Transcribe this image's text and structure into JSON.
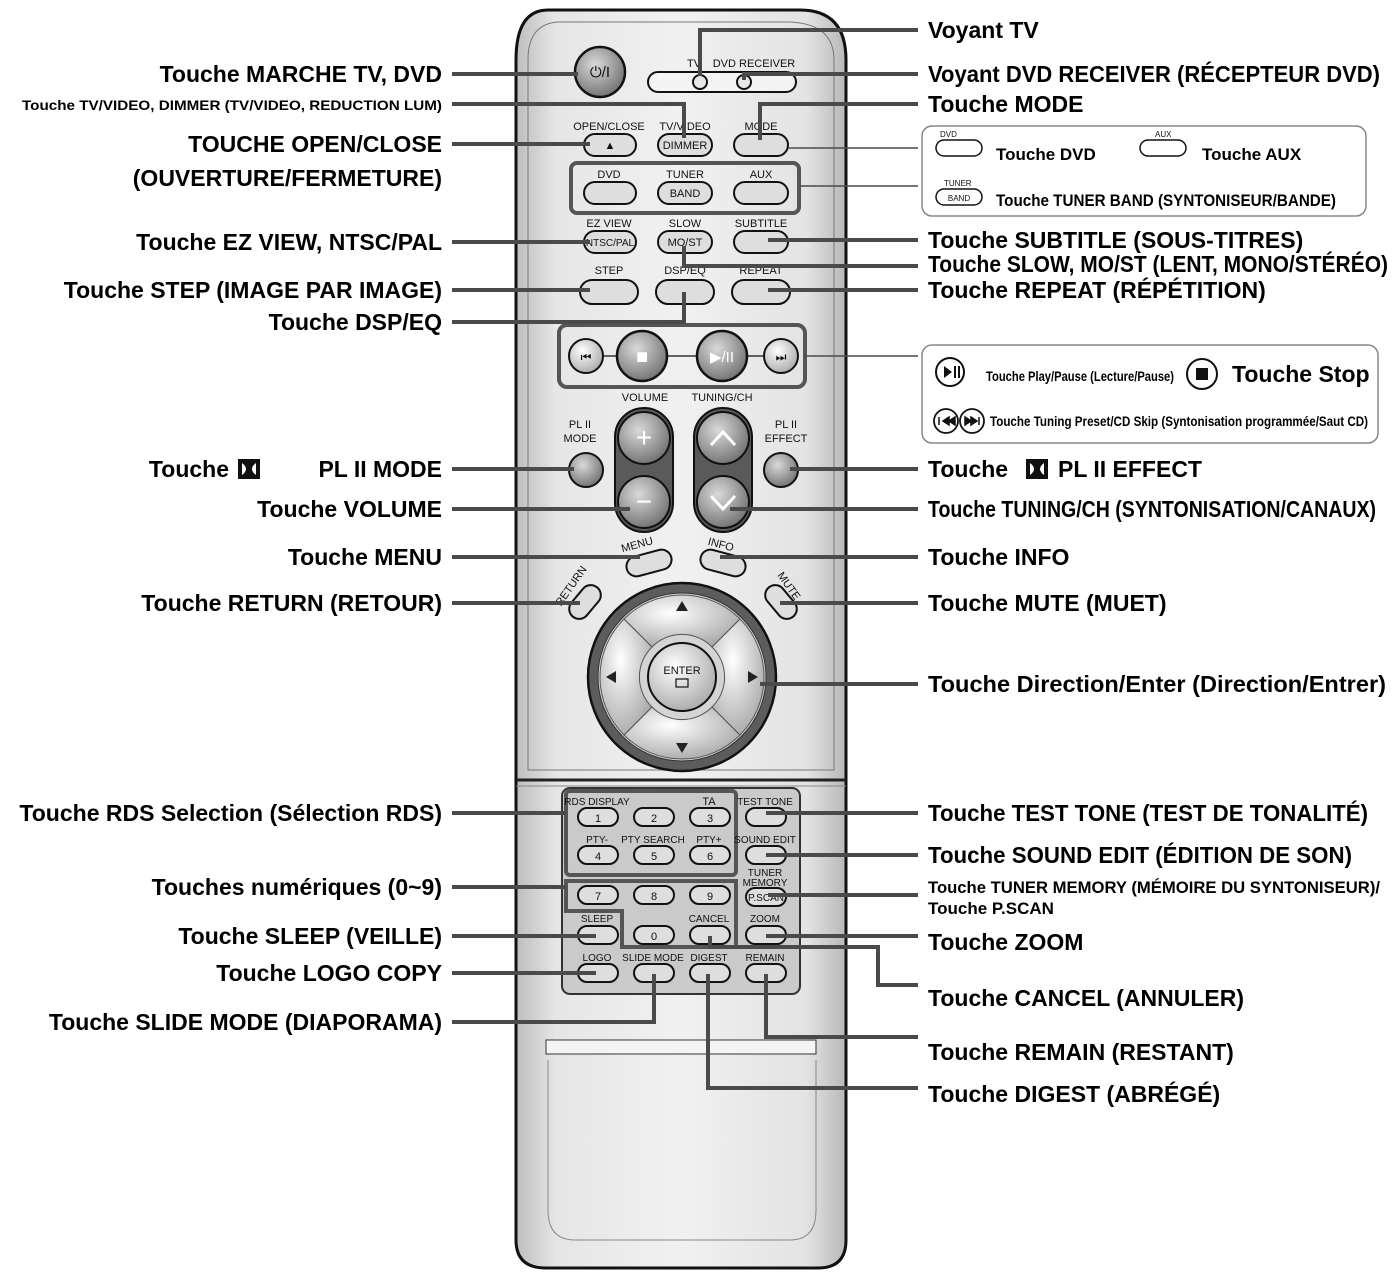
{
  "remote": {
    "power_symbol": "⏻/I",
    "indicators": {
      "tv": "TV",
      "dvd_receiver": "DVD RECEIVER"
    },
    "top_row": {
      "open_close": "OPEN/CLOSE",
      "open_close_glyph": "▲",
      "tv_video": "TV/VIDEO",
      "dimmer": "DIMMER",
      "mode": "MODE"
    },
    "source_row": {
      "dvd": "DVD",
      "tuner": "TUNER",
      "band": "BAND",
      "aux": "AUX"
    },
    "row3": {
      "ez_view": "EZ VIEW",
      "ntsc_pal": "NTSC/PAL",
      "slow": "SLOW",
      "mo_st": "MO/ST",
      "subtitle": "SUBTITLE"
    },
    "row4": {
      "step": "STEP",
      "dsp_eq": "DSP/EQ",
      "repeat": "REPEAT"
    },
    "transport": {
      "prev": "⏮",
      "stop": "■",
      "play_pause": "▶/II",
      "next": "⏭"
    },
    "volume_label": "VOLUME",
    "tuning_label": "TUNING/CH",
    "pl2_mode": [
      "PL II",
      "MODE"
    ],
    "pl2_effect": [
      "PL II",
      "EFFECT"
    ],
    "vol_plus": "+",
    "vol_minus": "−",
    "menu": "MENU",
    "info": "INFO",
    "return": "RETURN",
    "mute": "MUTE",
    "enter": "ENTER",
    "lower": {
      "rds_display": "RDS DISPLAY",
      "ta": "TA",
      "test_tone": "TEST TONE",
      "pty_minus": "PTY-",
      "pty_search": "PTY SEARCH",
      "pty_plus": "PTY+",
      "sound_edit": "SOUND EDIT",
      "tuner_memory": [
        "TUNER",
        "MEMORY"
      ],
      "p_scan": "P.SCAN",
      "sleep": "SLEEP",
      "cancel": "CANCEL",
      "zoom": "ZOOM",
      "logo": "LOGO",
      "slide_mode": "SLIDE MODE",
      "digest": "DIGEST",
      "remain": "REMAIN",
      "digits": [
        "1",
        "2",
        "3",
        "4",
        "5",
        "6",
        "7",
        "8",
        "9",
        "0"
      ]
    }
  },
  "labels_left": {
    "power": "Touche MARCHE TV, DVD",
    "tv_video_dimmer": "Touche TV/VIDEO, DIMMER (TV/VIDEO, REDUCTION LUM)",
    "open_close_1": "TOUCHE OPEN/CLOSE",
    "open_close_2": "(OUVERTURE/FERMETURE)",
    "ez_view": "Touche EZ VIEW, NTSC/PAL",
    "step": "Touche STEP (IMAGE PAR IMAGE)",
    "dsp_eq": "Touche DSP/EQ",
    "pl2_mode": "Touche",
    "pl2_mode_tail": "PL II MODE",
    "volume": "Touche VOLUME",
    "menu": "Touche MENU",
    "return": "Touche RETURN (RETOUR)",
    "rds": "Touche RDS Selection (Sélection RDS)",
    "numeric": "Touches numériques (0~9)",
    "sleep": "Touche SLEEP (VEILLE)",
    "logo_copy": "Touche LOGO COPY",
    "slide_mode": "Touche SLIDE MODE (DIAPORAMA)"
  },
  "labels_right": {
    "voyant_tv": "Voyant TV",
    "voyant_dvd": "Voyant DVD RECEIVER (RÉCEPTEUR DVD)",
    "mode": "Touche MODE",
    "box1_dvd": "Touche DVD",
    "box1_aux": "Touche AUX",
    "box1_tuner": "Touche TUNER BAND (SYNTONISEUR/BANDE)",
    "box1_dvd_icon": "DVD",
    "box1_aux_icon": "AUX",
    "box1_tuner_icon": "TUNER",
    "box1_band_icon": "BAND",
    "subtitle": "Touche SUBTITLE (SOUS-TITRES)",
    "slow": "Touche SLOW, MO/ST (LENT, MONO/STÉRÉO)",
    "repeat": "Touche REPEAT (RÉPÉTITION)",
    "box2_play": "Touche Play/Pause (Lecture/Pause)",
    "box2_stop": "Touche Stop",
    "box2_skip": "Touche Tuning Preset/CD Skip (Syntonisation programmée/Saut CD)",
    "pl2_effect": "Touche",
    "pl2_effect_tail": "PL II EFFECT",
    "tuning": "Touche TUNING/CH (SYNTONISATION/CANAUX)",
    "info": "Touche INFO",
    "mute": "Touche MUTE (MUET)",
    "direction": "Touche Direction/Enter (Direction/Entrer)",
    "test_tone": "Touche TEST TONE (TEST DE TONALITÉ)",
    "sound_edit": "Touche SOUND EDIT (ÉDITION DE SON)",
    "tuner_memory_1": "Touche TUNER MEMORY (MÉMOIRE DU SYNTONISEUR)/",
    "tuner_memory_2": "Touche P.SCAN",
    "zoom": "Touche ZOOM",
    "cancel": "Touche CANCEL (ANNULER)",
    "remain": "Touche REMAIN (RESTANT)",
    "digest": "Touche DIGEST (ABRÉGÉ)"
  }
}
